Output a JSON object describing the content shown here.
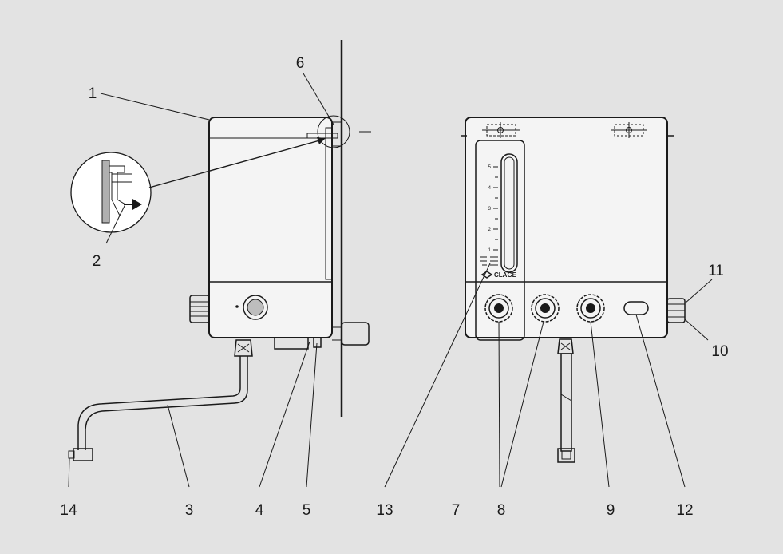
{
  "diagram": {
    "brand": "CLAGE",
    "scale_ticks": [
      "5",
      "4",
      "3",
      "2",
      "1"
    ],
    "callouts": [
      "1",
      "2",
      "3",
      "4",
      "5",
      "6",
      "7",
      "8",
      "9",
      "10",
      "11",
      "12",
      "13",
      "14"
    ],
    "colors": {
      "background": "#e3e3e3",
      "line": "#1a1a1a",
      "fill": "#f4f4f4"
    }
  }
}
